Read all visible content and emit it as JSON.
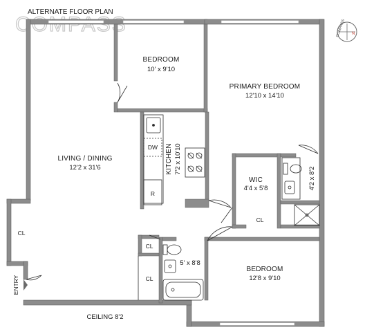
{
  "header": {
    "title": "ALTERNATE FLOOR PLAN",
    "brand": "COMPASS"
  },
  "rooms": {
    "bedroom_top": {
      "name": "BEDROOM",
      "dims": "10' x 9'10"
    },
    "primary": {
      "name": "PRIMARY BEDROOM",
      "dims": "12'10 x 14'10"
    },
    "living": {
      "name": "LIVING / DINING",
      "dims": "12'2 x 31'6"
    },
    "kitchen": {
      "name": "KITCHEN",
      "dims": "7'2 x 10'10"
    },
    "wic": {
      "name": "WIC",
      "dims": "4'4 x 5'8"
    },
    "bath_right": {
      "dims": "4'2 x 8'2"
    },
    "bath_lower": {
      "dims": "5' x 8'8"
    },
    "bedroom_lower": {
      "name": "BEDROOM",
      "dims": "12'8 x 9'10"
    }
  },
  "labels": {
    "dw": "DW",
    "fridge": "R",
    "cl": "CL",
    "entry": "ENTRY",
    "ceiling": "CEILING 8'2",
    "compass_letters": "COMPASS",
    "north": "N"
  },
  "colors": {
    "wall": "#8c8c8c",
    "wall_dark": "#5f5f5f",
    "line": "#2b2b2b",
    "window": "#bcbcbc"
  }
}
